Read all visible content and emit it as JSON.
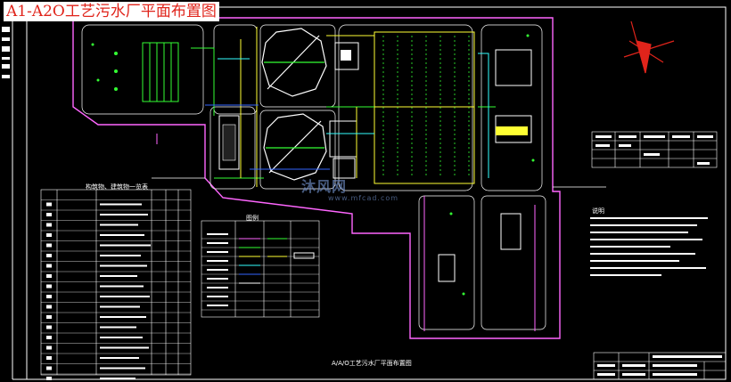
{
  "drawing": {
    "title": "A1-A2O工艺污水厂平面布置图",
    "bottom_caption": "A/A/O工艺污水厂平面布置图",
    "legend_heading": "图例",
    "structures_heading": "构筑物、建筑物一览表",
    "notes_heading": "说明",
    "watermark": "沐风网",
    "watermark_url": "www.mfcad.com"
  },
  "colors": {
    "background": "#000000",
    "frame": "#ffffff",
    "road": "#ff66ff",
    "pipe_green": "#33ff33",
    "pipe_yellow": "#ffff33",
    "pipe_cyan": "#33ffff",
    "pipe_blue": "#3366ff",
    "title_red": "#e0241b"
  }
}
